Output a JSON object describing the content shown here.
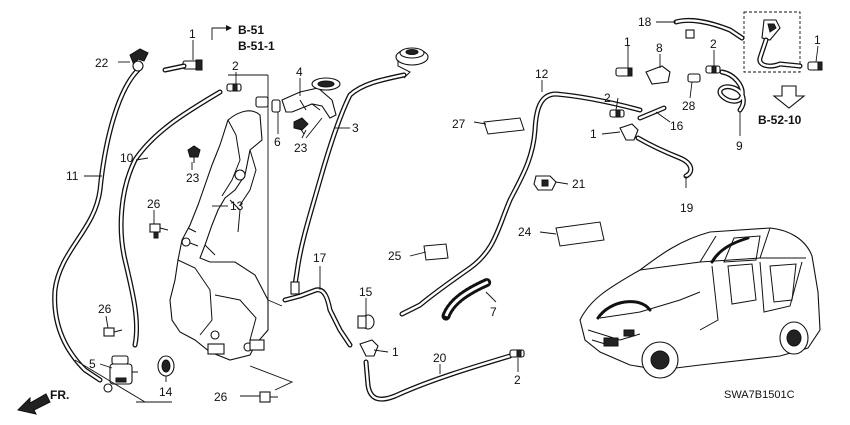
{
  "diagram": {
    "code": "SWA7B1501C",
    "refs": {
      "b51": "B-51",
      "b511": "B-51-1",
      "b5210": "B-52-10"
    },
    "front_label": "FR.",
    "callouts": {
      "n1a": "1",
      "n1b": "1",
      "n1c": "1",
      "n1d": "1",
      "n1e": "1",
      "n2a": "2",
      "n2b": "2",
      "n2c": "2",
      "n2d": "2",
      "n3": "3",
      "n4": "4",
      "n5": "5",
      "n6": "6",
      "n7": "7",
      "n8": "8",
      "n9": "9",
      "n10": "10",
      "n11": "11",
      "n12": "12",
      "n13": "13",
      "n14": "14",
      "n15": "15",
      "n16": "16",
      "n17": "17",
      "n18": "18",
      "n19": "19",
      "n20": "20",
      "n21": "21",
      "n22": "22",
      "n23a": "23",
      "n23b": "23",
      "n24": "24",
      "n25": "25",
      "n26a": "26",
      "n26b": "26",
      "n26c": "26",
      "n27": "27",
      "n28": "28"
    }
  }
}
